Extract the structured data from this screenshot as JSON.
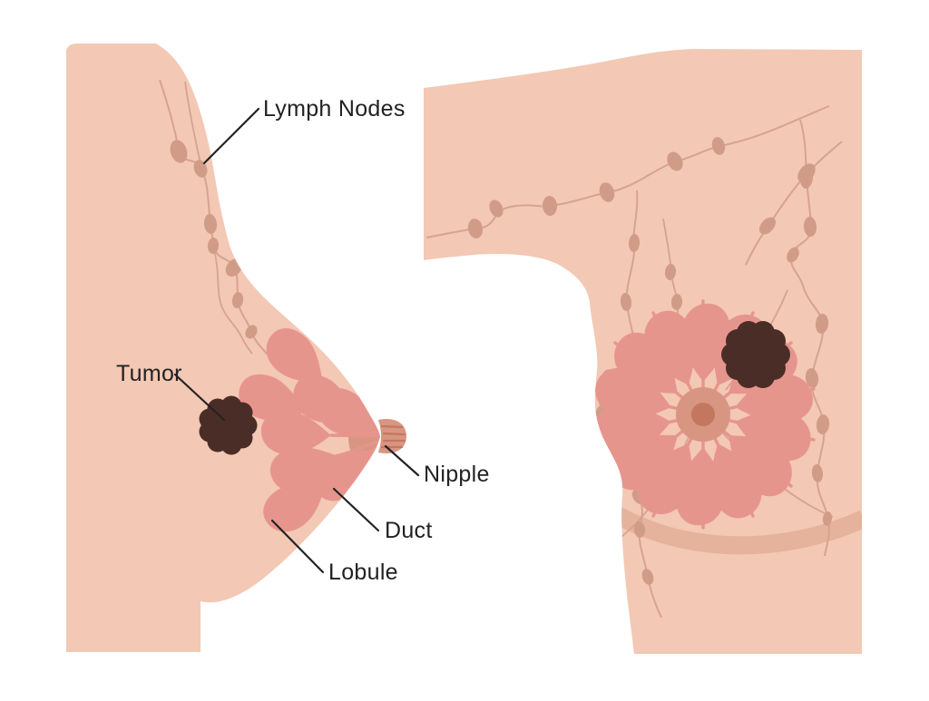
{
  "labels": {
    "lymph_nodes": "Lymph Nodes",
    "tumor": "Tumor",
    "nipple": "Nipple",
    "duct": "Duct",
    "lobule": "Lobule"
  },
  "colors": {
    "background": "#ffffff",
    "skin": "#f3c8b4",
    "vessel": "#d6a38f",
    "node": "#d19c87",
    "lobule_pink": "#e6958d",
    "areola": "#d89682",
    "nipple_center": "#c4775f",
    "tumor": "#4b2d27",
    "crease": "#e5b29c",
    "label": "#222222"
  }
}
